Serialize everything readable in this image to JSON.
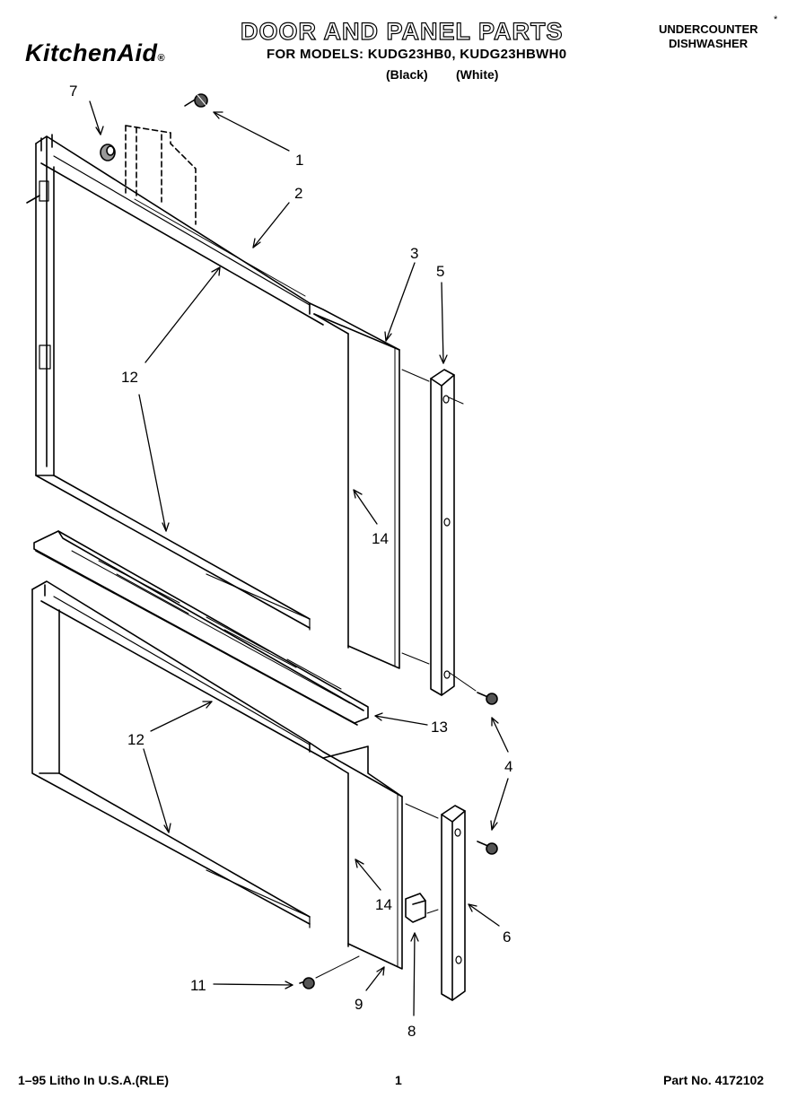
{
  "header": {
    "brand": "KitchenAid",
    "brand_mark": "®",
    "title": "DOOR AND PANEL PARTS",
    "models_line": "FOR MODELS: KUDG23HB0, KUDG23HBWH0",
    "variant_black": "(Black)",
    "variant_white": "(White)",
    "category_line1": "UNDERCOUNTER",
    "category_line2": "DISHWASHER",
    "star": "*"
  },
  "callouts": {
    "c1": "1",
    "c2": "2",
    "c3": "3",
    "c4": "4",
    "c5": "5",
    "c6": "6",
    "c7": "7",
    "c8": "8",
    "c9": "9",
    "c11": "11",
    "c12a": "12",
    "c12b": "12",
    "c13": "13",
    "c14a": "14",
    "c14b": "14"
  },
  "footer": {
    "left": "1–95 Litho In U.S.A.(RLE)",
    "page": "1",
    "part_no": "Part No. 4172102"
  }
}
